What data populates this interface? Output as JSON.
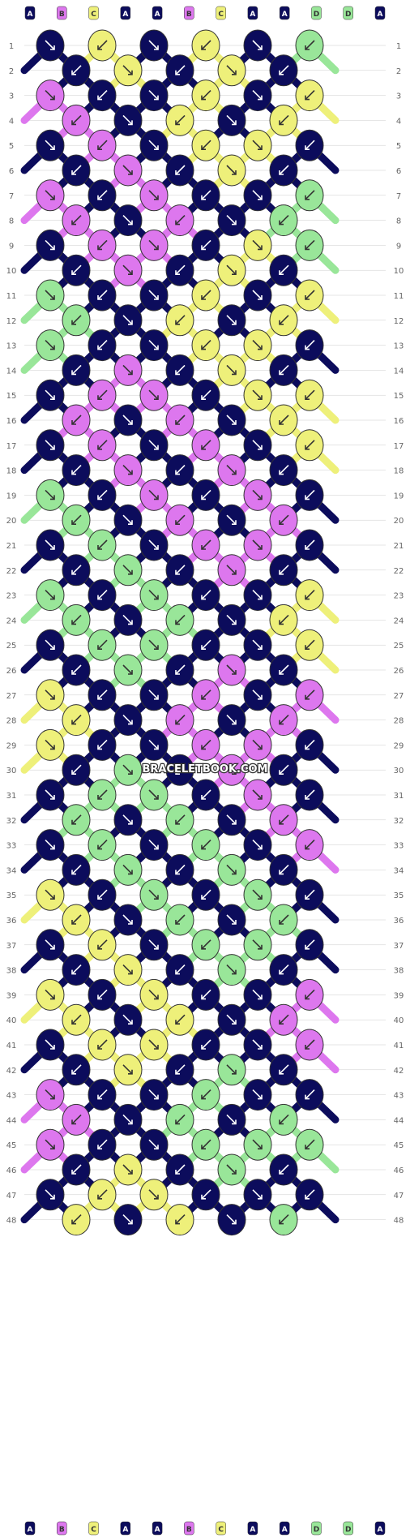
{
  "watermark": "BRACELETBOOK.COM",
  "colors": {
    "navy": "#0c0c5c",
    "violet": "#dd77ee",
    "yellow": "#eef07a",
    "green": "#99e699",
    "white": "#ffffff",
    "grid": "#cccccc",
    "label": "#666666"
  },
  "strands": [
    "A",
    "B",
    "C",
    "A",
    "A",
    "B",
    "C",
    "A",
    "A",
    "D",
    "D",
    "A"
  ],
  "strand_colors": {
    "A": "navy",
    "B": "violet",
    "C": "yellow",
    "D": "green"
  },
  "row_labels": [
    "1",
    "2",
    "3",
    "4",
    "5",
    "6",
    "7",
    "8",
    "9",
    "10",
    "11",
    "12",
    "13",
    "14",
    "15",
    "16",
    "17",
    "18",
    "19",
    "20",
    "21",
    "22",
    "23",
    "24",
    "25",
    "26",
    "27",
    "28",
    "29",
    "30",
    "31",
    "32",
    "33",
    "34",
    "35",
    "36",
    "37",
    "38",
    "39",
    "40",
    "41",
    "42",
    "43",
    "44",
    "45",
    "46",
    "47",
    "48"
  ],
  "knot_rows": {
    "1": "NYNYNG",
    "2": "NYNYN",
    "3": "VNNYNY",
    "4": "VNYNY",
    "5": "NVNYYN",
    "6": "NVNYN",
    "7": "VNVNNG",
    "8": "VNVNG",
    "9": "NVVNYG",
    "10": "NVNYN",
    "11": "GNNYNY",
    "12": "GNYNY",
    "13": "GNNYYN",
    "14": "NVNYN",
    "15": "NVVNYY",
    "16": "VNVNY",
    "17": "NVNVNY",
    "18": "NVNVN",
    "19": "GNVNVN",
    "20": "GNVNV",
    "21": "NGNVVN",
    "22": "NGNVN",
    "23": "GNGNNY",
    "24": "GNGNY",
    "25": "NGGNNY",
    "26": "NGNVN",
    "27": "YNNVNV",
    "28": "YNVNV",
    "29": "YNNVVN",
    "30": "NGNVN",
    "31": "NGGNVN",
    "32": "GNGNV",
    "33": "NGNGNV",
    "34": "NGNGN",
    "35": "YNGNGN",
    "36": "YNGNG",
    "37": "NYNGGN",
    "38": "NYNGN",
    "39": "YNYNNV",
    "40": "YNYNV",
    "41": "NYYNNV",
    "42": "NYNGN",
    "43": "VNNGNN",
    "44": "VNGNG",
    "45": "VNNGGG",
    "46": "NYNGN",
    "47": "NYYNNN",
    "48": "YNYNG"
  }
}
